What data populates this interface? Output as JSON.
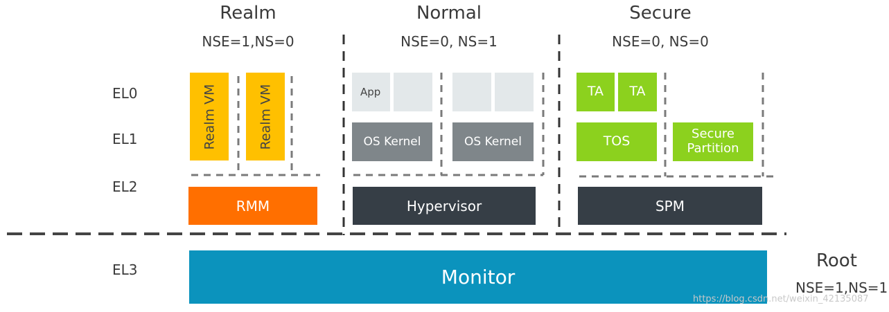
{
  "worlds": {
    "realm": {
      "title": "Realm",
      "sub": "NSE=1,NS=0"
    },
    "normal": {
      "title": "Normal",
      "sub": "NSE=0, NS=1"
    },
    "secure": {
      "title": "Secure",
      "sub": "NSE=0, NS=0"
    },
    "root": {
      "title": "Root",
      "sub": "NSE=1,NS=1"
    }
  },
  "exception_levels": {
    "el0": "EL0",
    "el1": "EL1",
    "el2": "EL2",
    "el3": "EL3"
  },
  "realm": {
    "vm1": "Realm VM",
    "vm2": "Realm VM",
    "manager": "RMM"
  },
  "normal": {
    "app": "App",
    "kernel1": "OS Kernel",
    "kernel2": "OS Kernel",
    "hypervisor": "Hypervisor"
  },
  "secure": {
    "ta1": "TA",
    "ta2": "TA",
    "tos": "TOS",
    "partition_line1": "Secure",
    "partition_line2": "Partition",
    "spm": "SPM"
  },
  "root": {
    "monitor": "Monitor"
  },
  "watermark": "https://blog.csdn.net/weixin_42135087",
  "colors": {
    "realm_vm": "#FFC000",
    "rmm": "#FF6F00",
    "app": "#E3E8EA",
    "os_kernel": "#7F868A",
    "secure_green": "#8CD11E",
    "dark": "#363E46",
    "monitor": "#0B93BD",
    "dash": "#7a7a7a"
  }
}
